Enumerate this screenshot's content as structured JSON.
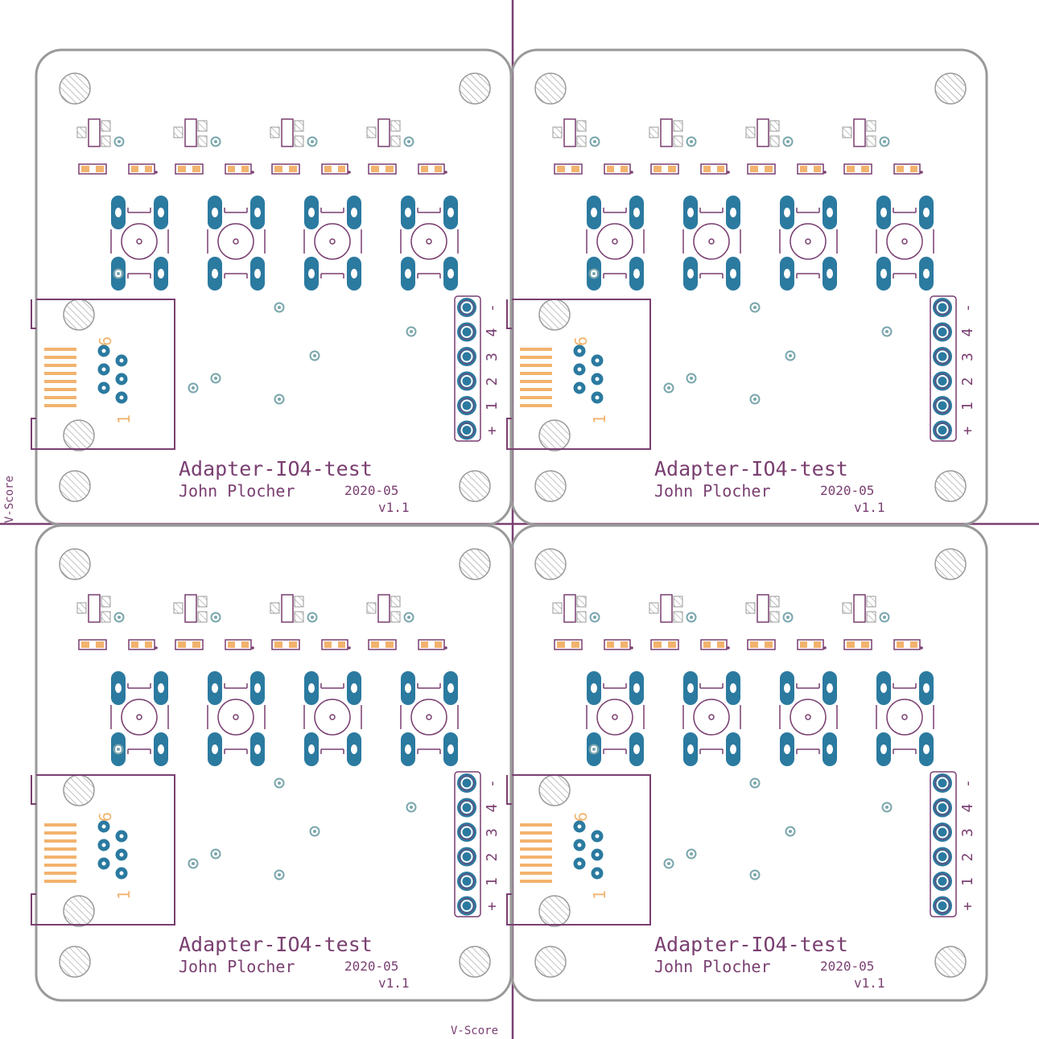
{
  "colors": {
    "outline": "#999999",
    "silk": "#7a3f71",
    "pad": "#2b7aa0",
    "smd": "#f2b36e",
    "via": "#7aa6ad",
    "hatch": "#9a9a9a",
    "background": "#ffffff"
  },
  "board": {
    "title": "Adapter-IO4-test",
    "author": "John Plocher",
    "date": "2020-05",
    "version": "v1.1",
    "header_pins": [
      "-",
      "4",
      "3",
      "2",
      "1",
      "+"
    ],
    "rj_labels": [
      "6",
      "1"
    ]
  },
  "boards": [
    {
      "name": "board-top-left"
    },
    {
      "name": "board-top-right"
    },
    {
      "name": "board-bottom-left"
    },
    {
      "name": "board-bottom-right"
    }
  ],
  "vscore": {
    "vertical_label": "V-Score",
    "horizontal_label": "V-Score"
  },
  "icons": {
    "mounting_hole": "hatched-circle-icon",
    "via": "via-icon",
    "button": "tactile-switch-icon"
  }
}
